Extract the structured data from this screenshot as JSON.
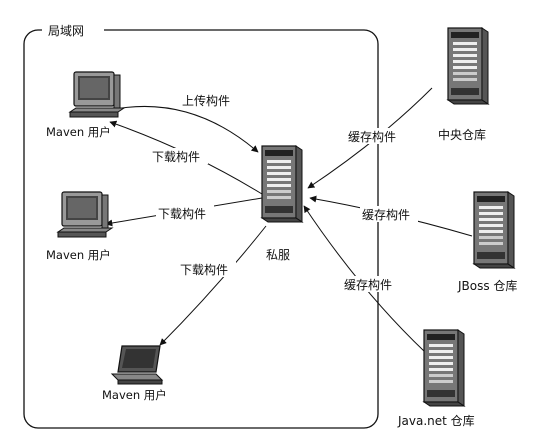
{
  "lan": {
    "title": "局域网"
  },
  "private_server": {
    "label": "私服"
  },
  "users": [
    {
      "label": "Maven 用户",
      "kind": "desktop"
    },
    {
      "label": "Maven 用户",
      "kind": "desktop"
    },
    {
      "label": "Maven 用户",
      "kind": "laptop"
    }
  ],
  "repositories": [
    {
      "label": "中央仓库"
    },
    {
      "label": "JBoss 仓库"
    },
    {
      "label": "Java.net 仓库"
    }
  ],
  "edges": {
    "upload": "上传构件",
    "download_1": "下载构件",
    "download_2": "下载构件",
    "download_3": "下载构件",
    "cache_central": "缓存构件",
    "cache_jboss": "缓存构件",
    "cache_javanet": "缓存构件"
  },
  "icons": {
    "user_desktop": "desktop-computer-icon",
    "user_laptop": "laptop-computer-icon",
    "server": "server-tower-icon"
  }
}
